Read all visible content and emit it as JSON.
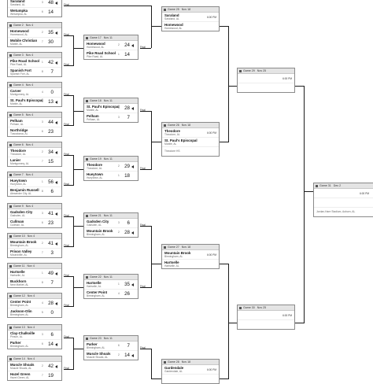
{
  "colors": {
    "border": "#8a8a8a",
    "header_bg": "#e4e4e4",
    "connector": "#1c1c1c"
  },
  "round1": [
    {
      "id": "g1",
      "header": {
        "game": "",
        "date": ""
      },
      "teams": [
        {
          "name": "Saraland",
          "loc": "Saraland, AL",
          "seed": "3",
          "score": "48",
          "winner": true
        },
        {
          "name": "Wetumpka",
          "loc": "Wetumpka, AL",
          "seed": "6",
          "score": "14",
          "winner": false
        }
      ],
      "status": "Final"
    },
    {
      "id": "g2",
      "header": {
        "game": "Game 2",
        "date": "Nov 4"
      },
      "teams": [
        {
          "name": "Homewood",
          "loc": "Homewood, AL",
          "seed": "2",
          "score": "35",
          "winner": true
        },
        {
          "name": "Mobile Christian",
          "loc": "Mobile, AL",
          "seed": "7",
          "score": "30",
          "winner": false
        }
      ],
      "status": "Final"
    },
    {
      "id": "g3",
      "header": {
        "game": "Game 3",
        "date": "Nov 4"
      },
      "teams": [
        {
          "name": "Pike Road School",
          "loc": "Pike Road, AL",
          "seed": "1",
          "score": "42",
          "winner": true
        },
        {
          "name": "Spanish Fort",
          "loc": "Spanish Fort, AL",
          "seed": "8",
          "score": "7",
          "winner": false
        }
      ],
      "status": "Final"
    },
    {
      "id": "g4",
      "header": {
        "game": "Game 4",
        "date": "Nov 4"
      },
      "teams": [
        {
          "name": "Carver",
          "loc": "Montgomery, AL",
          "seed": "4",
          "score": "0",
          "winner": false
        },
        {
          "name": "St. Paul's Episcopal",
          "loc": "Mobile, AL",
          "seed": "5",
          "score": "13",
          "winner": true
        }
      ],
      "status": "Final"
    },
    {
      "id": "g5",
      "header": {
        "game": "Game 5",
        "date": "Nov 4"
      },
      "teams": [
        {
          "name": "Pelham",
          "loc": "Pelham, AL",
          "seed": "3",
          "score": "44",
          "winner": true
        },
        {
          "name": "Northridge",
          "loc": "Tuscaloosa, AL",
          "seed": "6",
          "score": "23",
          "winner": false
        }
      ],
      "status": "Final"
    },
    {
      "id": "g6",
      "header": {
        "game": "Game 6",
        "date": "Nov 4"
      },
      "teams": [
        {
          "name": "Theodore",
          "loc": "Theodore, AL",
          "seed": "2",
          "score": "34",
          "winner": true
        },
        {
          "name": "Lanier",
          "loc": "Montgomery, AL",
          "seed": "7",
          "score": "15",
          "winner": false
        }
      ],
      "status": "Final"
    },
    {
      "id": "g7",
      "header": {
        "game": "Game 7",
        "date": "Nov 4"
      },
      "teams": [
        {
          "name": "Hueytown",
          "loc": "Hueytown, AL",
          "seed": "1",
          "score": "56",
          "winner": true
        },
        {
          "name": "Benjamin Russell",
          "loc": "Alexander City, AL",
          "seed": "8",
          "score": "6",
          "winner": false
        }
      ],
      "status": "Final"
    },
    {
      "id": "g9",
      "header": {
        "game": "Game 9",
        "date": "Nov 4"
      },
      "teams": [
        {
          "name": "Gadsden City",
          "loc": "Gadsden, AL",
          "seed": "3",
          "score": "41",
          "winner": true
        },
        {
          "name": "Cullman",
          "loc": "Cullman, AL",
          "seed": "6",
          "score": "23",
          "winner": false
        }
      ],
      "status": "Final"
    },
    {
      "id": "g10",
      "header": {
        "game": "Game 10",
        "date": "Nov 4"
      },
      "teams": [
        {
          "name": "Mountain Brook",
          "loc": "Birmingham, AL",
          "seed": "2",
          "score": "41",
          "winner": true
        },
        {
          "name": "Prison Valley",
          "loc": "Moundville, AL",
          "seed": "7",
          "score": "3",
          "winner": false
        }
      ],
      "status": "Final"
    },
    {
      "id": "g11",
      "header": {
        "game": "Game 11",
        "date": "Nov 4"
      },
      "teams": [
        {
          "name": "Hartselle",
          "loc": "Hartselle, AL",
          "seed": "1",
          "score": "49",
          "winner": true
        },
        {
          "name": "Buckhorn",
          "loc": "New Market, AL",
          "seed": "8",
          "score": "7",
          "winner": false
        }
      ],
      "status": "Final"
    },
    {
      "id": "g12",
      "header": {
        "game": "Game 12",
        "date": "Nov 4"
      },
      "teams": [
        {
          "name": "Center Point",
          "loc": "Birmingham, AL",
          "seed": "4",
          "score": "28",
          "winner": true
        },
        {
          "name": "Jackson-Olin",
          "loc": "Birmingham, AL",
          "seed": "5",
          "score": "0",
          "winner": false
        }
      ],
      "status": "Final"
    },
    {
      "id": "g13",
      "header": {
        "game": "Game 13",
        "date": "Nov 4"
      },
      "teams": [
        {
          "name": "Clay-Chalkville",
          "loc": "Pinson, AL",
          "seed": "3",
          "score": "6",
          "winner": false
        },
        {
          "name": "Parker",
          "loc": "Birmingham, AL",
          "seed": "6",
          "score": "14",
          "winner": true
        }
      ],
      "status": "Final"
    },
    {
      "id": "g14",
      "header": {
        "game": "Game 14",
        "date": "Nov 4"
      },
      "teams": [
        {
          "name": "Muscle Shoals",
          "loc": "Muscle Shoals, AL",
          "seed": "2",
          "score": "42",
          "winner": true
        },
        {
          "name": "Hazel Green",
          "loc": "Hazel Green, AL",
          "seed": "7",
          "score": "19",
          "winner": false
        }
      ],
      "status": "Final"
    }
  ],
  "round2": [
    {
      "id": "q17",
      "header": {
        "game": "Game 17",
        "date": "Nov 11"
      },
      "teams": [
        {
          "name": "Homewood",
          "loc": "Homewood, AL",
          "seed": "2",
          "score": "24",
          "winner": true
        },
        {
          "name": "Pike Road School",
          "loc": "Pike Road, AL",
          "seed": "1",
          "score": "14",
          "winner": false
        }
      ],
      "status": "Final"
    },
    {
      "id": "q18",
      "header": {
        "game": "Game 18",
        "date": "Nov 11"
      },
      "teams": [
        {
          "name": "St. Paul's Episcopal",
          "loc": "Mobile, AL",
          "seed": "5",
          "score": "28",
          "winner": true
        },
        {
          "name": "Pelham",
          "loc": "Pelham, AL",
          "seed": "3",
          "score": "7",
          "winner": false
        }
      ],
      "status": "Final"
    },
    {
      "id": "q19",
      "header": {
        "game": "Game 19",
        "date": "Nov 11"
      },
      "teams": [
        {
          "name": "Theodore",
          "loc": "Theodore, AL",
          "seed": "2",
          "score": "29",
          "winner": true
        },
        {
          "name": "Hueytown",
          "loc": "Hueytown, AL",
          "seed": "1",
          "score": "18",
          "winner": false
        }
      ],
      "status": "Final"
    },
    {
      "id": "q21",
      "header": {
        "game": "Game 21",
        "date": "Nov 11"
      },
      "teams": [
        {
          "name": "Gadsden City",
          "loc": "Gadsden, AL",
          "seed": "3",
          "score": "6",
          "winner": false
        },
        {
          "name": "Mountain Brook",
          "loc": "Birmingham, AL",
          "seed": "2",
          "score": "28",
          "winner": true
        }
      ],
      "status": "Final"
    },
    {
      "id": "q22",
      "header": {
        "game": "Game 22",
        "date": "Nov 11"
      },
      "teams": [
        {
          "name": "Hartselle",
          "loc": "Hartselle, AL",
          "seed": "1",
          "score": "35",
          "winner": true
        },
        {
          "name": "Center Point",
          "loc": "Birmingham, AL",
          "seed": "4",
          "score": "26",
          "winner": false
        }
      ],
      "status": "Final"
    },
    {
      "id": "q23",
      "header": {
        "game": "Game 23",
        "date": "Nov 11"
      },
      "teams": [
        {
          "name": "Parker",
          "loc": "Birmingham, AL",
          "seed": "6",
          "score": "7",
          "winner": false
        },
        {
          "name": "Muscle Shoals",
          "loc": "Muscle Shoals, AL",
          "seed": "2",
          "score": "14",
          "winner": true
        }
      ],
      "status": "Final"
    }
  ],
  "round3": [
    {
      "id": "s25",
      "header": {
        "game": "Game 25",
        "date": "Nov 18"
      },
      "teams": [
        {
          "name": "Saraland",
          "loc": "Saraland, AL"
        },
        {
          "name": "Homewood",
          "loc": "Homewood, AL"
        }
      ],
      "time": "6:00 PM"
    },
    {
      "id": "s26",
      "header": {
        "game": "Game 26",
        "date": "Nov 18"
      },
      "teams": [
        {
          "name": "Theodore",
          "loc": "Theodore, AL"
        },
        {
          "name": "St. Paul's Episcopal",
          "loc": "Mobile, AL"
        }
      ],
      "extra": "Theodore HS",
      "time": "6:00 PM"
    },
    {
      "id": "s27",
      "header": {
        "game": "Game 27",
        "date": "Nov 18"
      },
      "teams": [
        {
          "name": "Mountain Brook",
          "loc": "Birmingham, AL"
        },
        {
          "name": "Hartselle",
          "loc": "Hartselle, AL"
        }
      ],
      "time": "6:00 PM"
    },
    {
      "id": "s28",
      "header": {
        "game": "Game 28",
        "date": "Nov 18"
      },
      "teams": [
        {
          "name": "Gardendale",
          "loc": "Gardendale, AL"
        },
        {
          "name": "",
          "loc": ""
        }
      ],
      "time": "6:00 PM"
    }
  ],
  "round4": [
    {
      "id": "f29",
      "header": {
        "game": "Game 29",
        "date": "Nov 25"
      },
      "time": "6:00 PM"
    },
    {
      "id": "f30",
      "header": {
        "game": "Game 30",
        "date": "Nov 25"
      },
      "time": "6:00 PM"
    }
  ],
  "final": {
    "header": {
      "game": "Game 31",
      "date": "Dec 2"
    },
    "time": "6:00 PM",
    "venue": "Jordan-Hare Stadium, Auburn, AL"
  }
}
